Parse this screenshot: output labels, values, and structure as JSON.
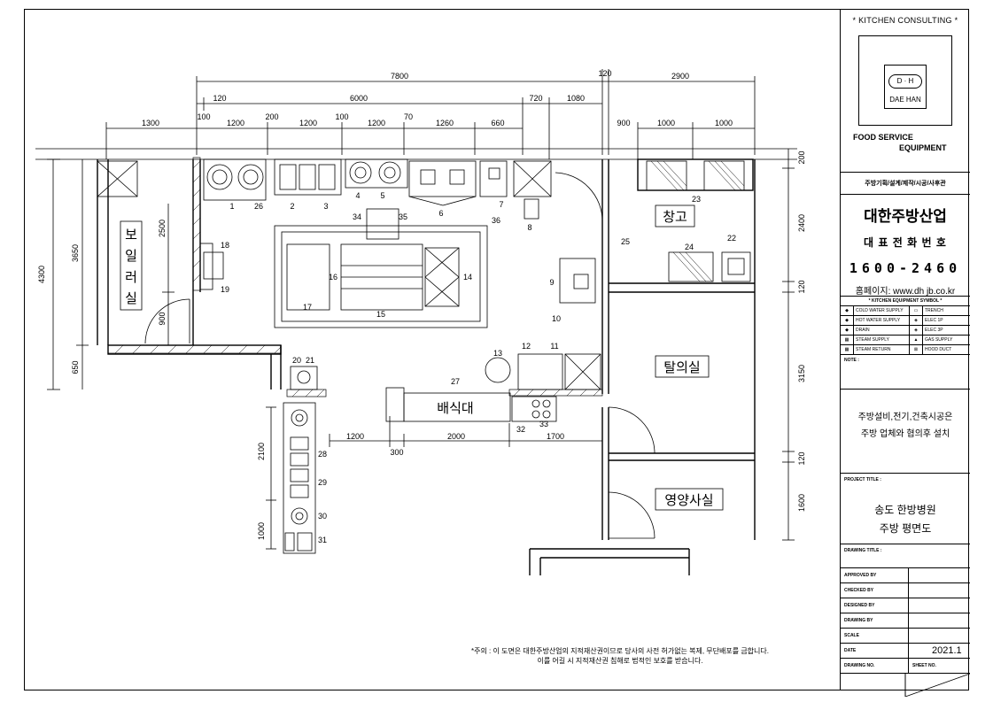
{
  "dims": {
    "top_total": "7800",
    "top_6000": "6000",
    "top_120a": "120",
    "top_120b": "120",
    "top_720": "720",
    "top_1080": "1080",
    "top_2900": "2900",
    "row3": [
      "1300",
      "100",
      "1200",
      "200",
      "1200",
      "100",
      "1200",
      "70",
      "1260",
      "660"
    ],
    "right_row": [
      "900",
      "1000",
      "1000"
    ],
    "left_4300": "4300",
    "left_3650": "3650",
    "left_2500": "2500",
    "left_900": "900",
    "left_650": "650",
    "right_200": "200",
    "right_2400": "2400",
    "right_120a": "120",
    "right_3150": "3150",
    "right_120b": "120",
    "right_1600": "1600",
    "bottom_1200": "1200",
    "bottom_300": "300",
    "bottom_2000": "2000",
    "bottom_1700": "1700",
    "vert_2100": "2100",
    "vert_1000": "1000"
  },
  "items": [
    "1",
    "26",
    "2",
    "3",
    "4",
    "5",
    "6",
    "7",
    "8",
    "34",
    "35",
    "36",
    "18",
    "19",
    "16",
    "17",
    "15",
    "14",
    "9",
    "10",
    "12",
    "11",
    "13",
    "20",
    "21",
    "27",
    "32",
    "33",
    "28",
    "29",
    "30",
    "31",
    "23",
    "24",
    "25",
    "22"
  ],
  "rooms": {
    "boiler_chars": [
      "보",
      "일",
      "러",
      "실"
    ],
    "storage": "창고",
    "locker": "탈의실",
    "serving": "배식대",
    "dietitian": "영양사실"
  },
  "footnote": {
    "line1": "*주의 : 이 도면은 대한주방산업의 지적재산권이므로 당사의 사전 허가없는 복제, 무단배포를 금합니다.",
    "line2": "이를 어길 시 지적재산권 침해로 법적인 보호를 받습니다."
  },
  "titleblock": {
    "consulting": "* KITCHEN CONSULTING *",
    "logo_text": "D · H",
    "logo_name": "DAE HAN",
    "food_service": "FOOD SERVICE",
    "equipment": "EQUIPMENT",
    "services": "주방기획/설계/제작/시공/사후관",
    "company": "대한주방산업",
    "rep_phone_label": "대 표 전 화 번 호",
    "phone": "1600-2460",
    "homepage": "홈페이지: www.dh jb.co.kr",
    "symbol_title": "* KITCHEN EQUIPMENT SYMBOL *",
    "symbols": [
      {
        "left": "COLD WATER SUPPLY",
        "right": "TRENCH"
      },
      {
        "left": "HOT WATER SUPPLY",
        "right": "ELEC 1P"
      },
      {
        "left": "DRAIN",
        "right": "ELEC 3P"
      },
      {
        "left": "STEAM SUPPLY",
        "right": "GAS SUPPLY"
      },
      {
        "left": "STEAM RETURN",
        "right": "HOOD DUCT"
      }
    ],
    "note_label": "NOTE :",
    "note_text1": "주방설비,전기,건축시공은",
    "note_text2": "주방 업체와 협의후 설치",
    "project_label": "PROJECT TITLE :",
    "project1": "송도 한방병원",
    "project2": "주방 평면도",
    "drawing_title_label": "DRAWING TITLE :",
    "approved": "APPROVED BY",
    "checked": "CHECKED BY",
    "designed": "DESIGNED BY",
    "drawing": "DRAWING BY",
    "scale": "SCALE",
    "date_label": "DATE",
    "date": "2021.1",
    "drawing_no": "DRAWING NO.",
    "sheet_no": "SHEET NO."
  }
}
